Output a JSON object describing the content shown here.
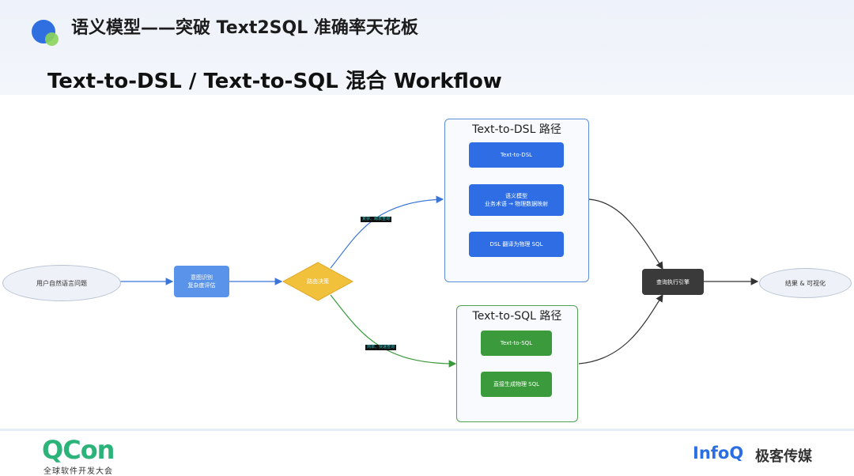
{
  "header": {
    "section_title": "语义模型——突破 Text2SQL 准确率天花板",
    "slide_title": "Text-to-DSL / Text-to-SQL 混合 Workflow"
  },
  "diagram": {
    "input": "用户自然语言问题",
    "intent": "意图识别\n复杂度评估",
    "router": "路由决策",
    "edge_dsl": "复杂、跨表查询",
    "edge_sql": "简单、快速查询",
    "dsl_group": {
      "title": "Text-to-DSL 路径",
      "step1": "Text-to-DSL",
      "step2": "语义模型\n业务术语 → 物理数据映射",
      "step3": "DSL 翻译为物理 SQL"
    },
    "sql_group": {
      "title": "Text-to-SQL 路径",
      "step1": "Text-to-SQL",
      "step2": "直接生成物理 SQL"
    },
    "engine": "查询执行引擎",
    "output": "结果 & 可视化"
  },
  "footer": {
    "qcon": "QCon",
    "qcon_sub": "全球软件开发大会",
    "infoq": "InfoQ",
    "infoq_cn": "极客传媒"
  },
  "colors": {
    "dsl_blue": "#2e6de3",
    "sql_green": "#3b9a3b",
    "router_yellow": "#f2c13b",
    "engine_dark": "#3a3a3a",
    "qcon_green": "#2bb37a",
    "infoq_blue": "#2b6ee4"
  }
}
